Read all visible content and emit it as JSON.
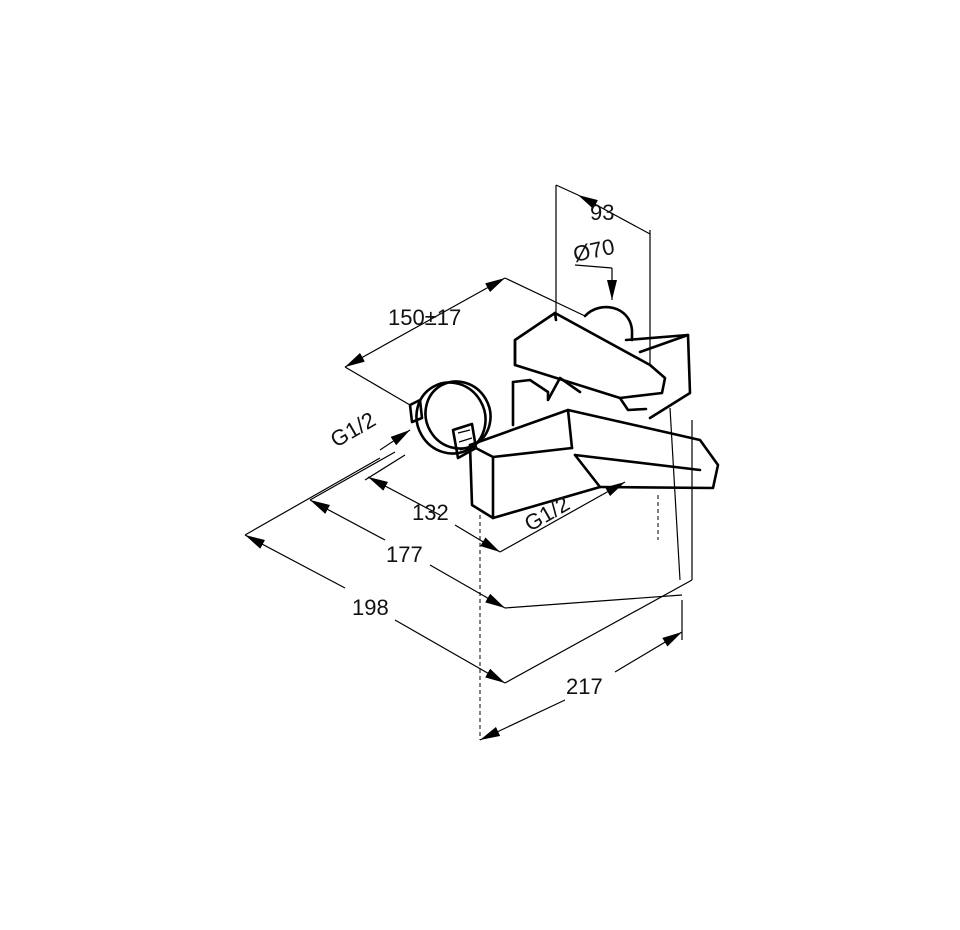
{
  "dimensions": {
    "d93": "93",
    "d70": "Ø70",
    "d150": "150±17",
    "g12_left": "G1/2",
    "g12_right": "G1/2",
    "d132": "132",
    "d177": "177",
    "d198": "198",
    "d217": "217"
  }
}
